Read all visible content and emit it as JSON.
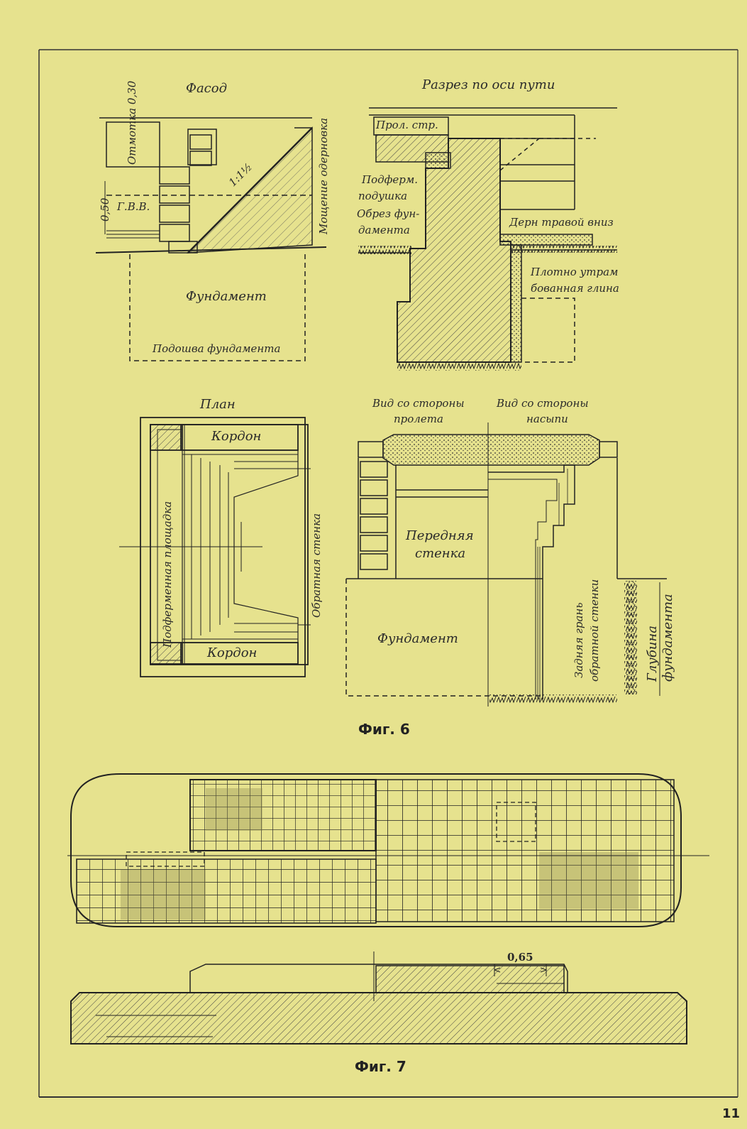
{
  "fig6": {
    "facade": {
      "title": "Фасод",
      "otmetka": "Отмотка 0,30",
      "zero_fifty": "0,50",
      "gvv": "Г.В.В.",
      "slope": "1:1½",
      "moshchenie": "Мощение одерновка",
      "fundament": "Фундамент",
      "podoshva": "Подошва фундамента"
    },
    "section": {
      "title": "Разрез по оси пути",
      "prol_str": "Прол. стр.",
      "podferm_line1": "Подферм.",
      "podferm_line2": "подушка",
      "obrez_line1": "Обрез фун-",
      "obrez_line2": "дамента",
      "dern": "Дерн травой вниз",
      "plotno_line1": "Плотно утрам",
      "plotno_line2": "бованная глина"
    },
    "plan": {
      "title": "План",
      "kordon_top": "Кордон",
      "kordon_bottom": "Кордон",
      "ploshchadka": "Подферменная площадка",
      "obratnaya": "Обратная стенка"
    },
    "views": {
      "span_line1": "Вид со стороны",
      "span_line2": "пролета",
      "embank_line1": "Вид со стороны",
      "embank_line2": "насыпи",
      "perednyaya_line1": "Передняя",
      "perednyaya_line2": "стенка",
      "fundament": "Фундамент",
      "zadnyaya_line1": "Задняя грань",
      "zadnyaya_line2": "обратной стенки",
      "glubina_line1": "Глубина",
      "glubina_line2": "фундамента"
    },
    "caption": "Фиг. 6"
  },
  "fig7": {
    "dimension": "0,65",
    "caption": "Фиг. 7"
  },
  "page_number": "11"
}
